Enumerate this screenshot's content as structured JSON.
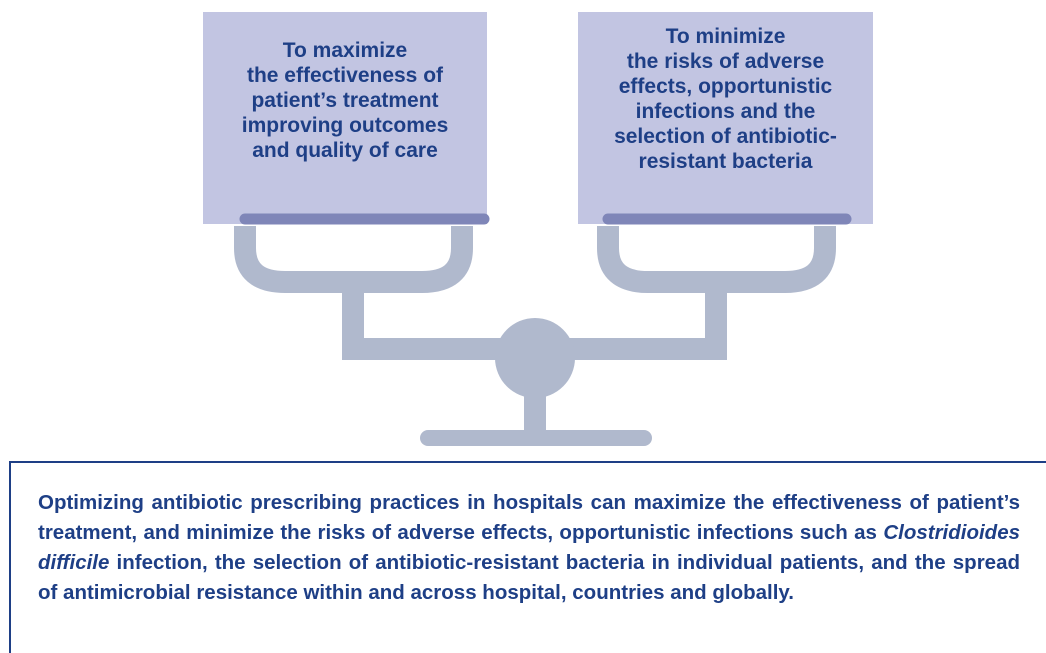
{
  "colors": {
    "text": "#1e3f86",
    "box_fill": "#c2c5e2",
    "box_band": "#7f86b8",
    "scale": "#b0b9cd"
  },
  "left_pan": {
    "text": "To maximize\nthe effectiveness of\npatient’s treatment\nimproving outcomes\nand quality of care"
  },
  "right_pan": {
    "text": "To minimize\nthe risks of adverse\neffects, opportunistic\ninfections and the\nselection of antibiotic-\nresistant bacteria"
  },
  "summary": {
    "text_before": "Optimizing antibiotic prescribing practices in hospitals can maximize the effectiveness of patient’s treatment, and minimize the risks of adverse effects, opportunistic infections such as ",
    "italic": "Clostridioides difficile",
    "text_after": " infection, the selection of antibiotic-resistant bacteria in individual patients, and the spread of antimicrobial resistance within and across hospital, countries and globally."
  }
}
